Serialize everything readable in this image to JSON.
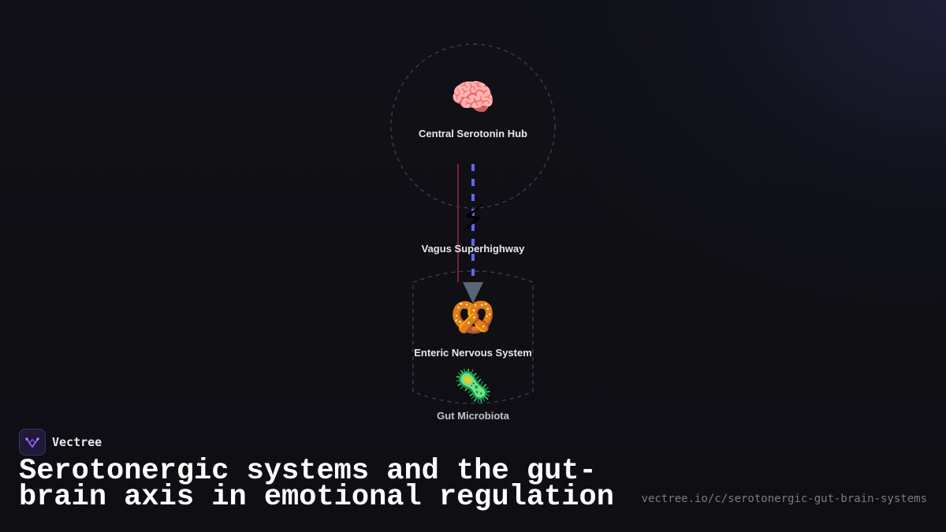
{
  "diagram": {
    "nodes": [
      {
        "id": "brain",
        "icon": "brain-icon",
        "emoji": "🧠",
        "label": "Central Serotonin Hub"
      },
      {
        "id": "vagus",
        "icon": "lightning-icon",
        "emoji": "⚡",
        "label": "Vagus Superhighway"
      },
      {
        "id": "ens",
        "icon": "pretzel-icon",
        "emoji": "🥨",
        "label": "Enteric Nervous System"
      },
      {
        "id": "microbiota",
        "icon": "microbe-icon",
        "emoji": "🦠",
        "label": "Gut Microbiota"
      }
    ],
    "colors": {
      "dashed_connector": "#6366f1",
      "solid_connector": "#7a1f3d",
      "arrowhead": "#5b6475",
      "boundary": "#334155"
    }
  },
  "brand": {
    "name": "Vectree",
    "logo_icon": "vectree-logo-icon"
  },
  "title": "Serotonergic systems and the gut-brain axis in emotional regulation",
  "url": "vectree.io/c/serotonergic-gut-brain-systems"
}
